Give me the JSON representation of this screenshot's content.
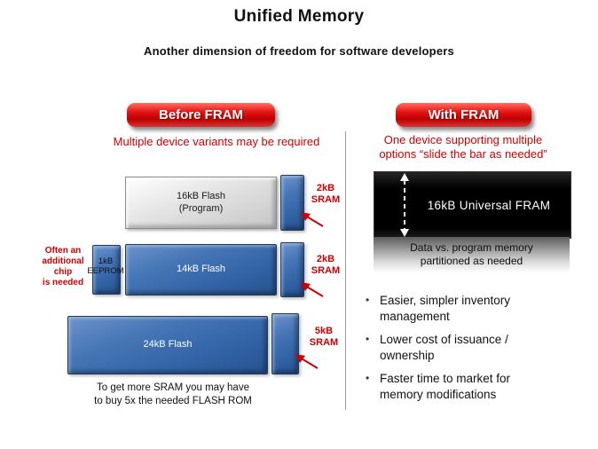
{
  "header": {
    "title": "Unified Memory",
    "subtitle": "Another dimension of freedom for software developers"
  },
  "before": {
    "banner": "Before FRAM",
    "caption": "Multiple device variants may be required",
    "flash16_label": "16kB Flash\n(Program)",
    "sram_top_label": "2kB\nSRAM",
    "often_note": "Often an\nadditional\nchip\nis needed",
    "eeprom_label": "1kB\nEEPROM",
    "flash14_label": "14kB Flash",
    "sram_mid_label": "2kB\nSRAM",
    "flash24_label": "24kB Flash",
    "sram_bottom_label": "5kB\nSRAM",
    "footnote": "To get more SRAM  you may have\nto buy 5x the needed FLASH  ROM"
  },
  "fram": {
    "banner": "With FRAM",
    "caption": "One device supporting multiple\noptions “slide the bar as needed”",
    "chip_label": "16kB Universal  FRAM",
    "partition_label": "Data vs.  program memory\npartitioned  as needed",
    "bullets": [
      "Easier, simpler inventory\nmanagement",
      "Lower cost of issuance /\nownership",
      "Faster time to market for\nmemory modifications"
    ],
    "bullet_marker": "•"
  },
  "colors": {
    "accent_red": "#cc0000",
    "chip_blue": "#3f6fb0",
    "fram_black": "#000000"
  }
}
